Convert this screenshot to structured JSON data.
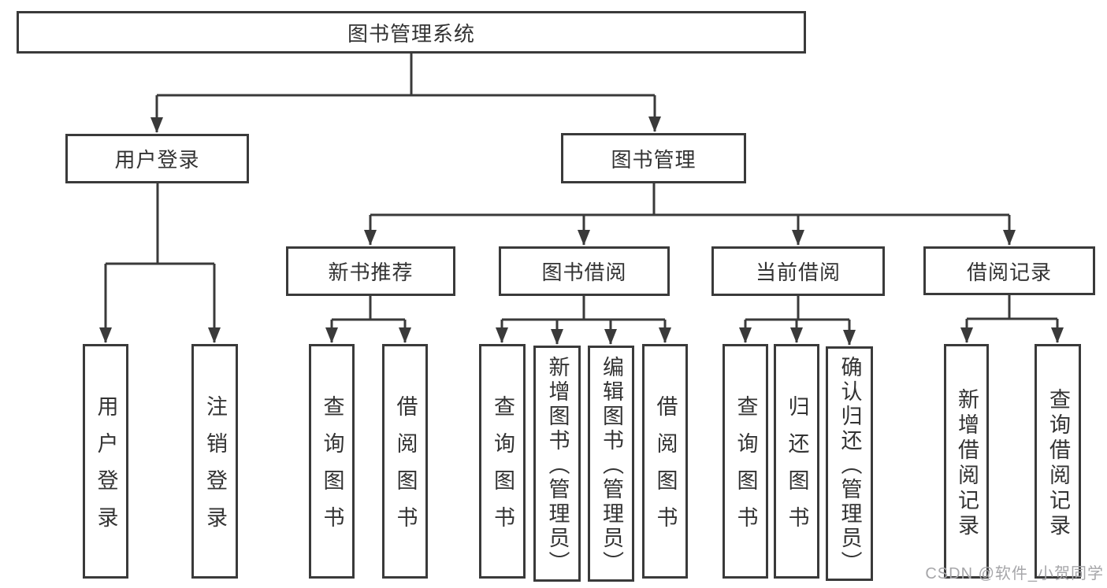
{
  "nodes": {
    "root": "图书管理系统",
    "login": "用户登录",
    "management": "图书管理",
    "recommend": "新书推荐",
    "borrow": "图书借阅",
    "current": "当前借阅",
    "records": "借阅记录"
  },
  "leaves": {
    "login": [
      "用户登录",
      "注销登录"
    ],
    "recommend": [
      "查询图书",
      "借阅图书"
    ],
    "borrow": [
      "查询图书",
      "新增图书（管理员）",
      "编辑图书（管理员）",
      "借阅图书"
    ],
    "current": [
      "查询图书",
      "归还图书",
      "确认归还（管理员）"
    ],
    "records": [
      "新增借阅记录",
      "查询借阅记录"
    ]
  },
  "watermark": "CSDN @软件_小贺同学",
  "colors": {
    "line": "#3a3a3a",
    "text": "#333333",
    "watermark": "#a6a6a9"
  }
}
